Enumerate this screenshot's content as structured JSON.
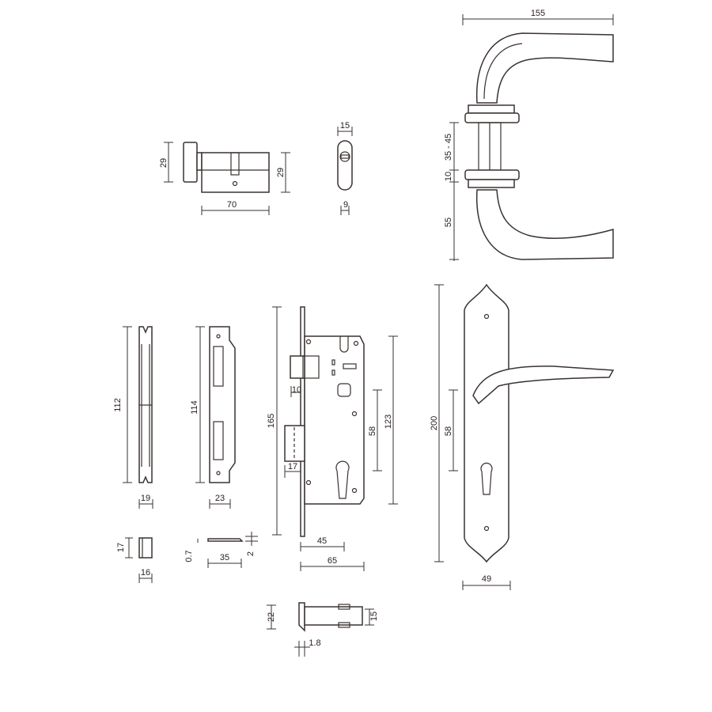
{
  "drawing": {
    "handle": {
      "width": "155",
      "door_thickness": "35 - 45",
      "rose_thickness": "10",
      "height": "55"
    },
    "cylinder": {
      "knob_height": "29",
      "body_height": "29",
      "length": "70"
    },
    "escutcheon": {
      "width": "15",
      "bottom_width": "9"
    },
    "faceplate": {
      "height": "112",
      "width": "19"
    },
    "strike_plate": {
      "height": "114",
      "width": "23"
    },
    "mortise": {
      "plate_height": "165",
      "deadbolt": "10",
      "latch": "17",
      "spindle_to_cylinder": "58",
      "case_height": "123",
      "backset": "45",
      "depth": "65"
    },
    "strike_box": {
      "height": "17",
      "width": "16"
    },
    "strike_detail": {
      "thickness": "0.7",
      "length": "35",
      "offset": "2"
    },
    "latch_box": {
      "height": "22",
      "inner_height": "15",
      "plate": "1.8"
    },
    "backplate": {
      "height": "200",
      "spindle_to_cylinder": "58",
      "width": "49"
    }
  }
}
